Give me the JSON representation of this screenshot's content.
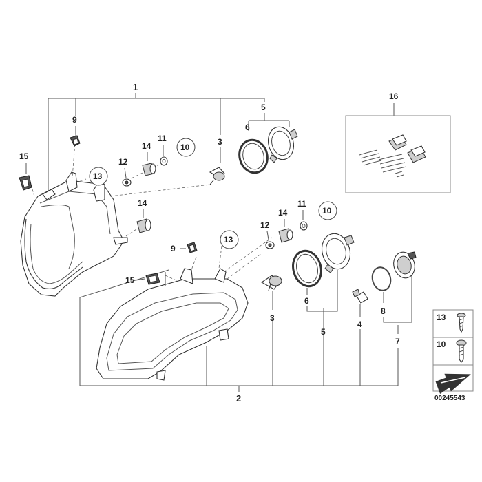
{
  "diagram": {
    "drawing_number": "00245543",
    "part_labels": {
      "top_assembly": "1",
      "bottom_assembly": "2",
      "bulb_3_top": "3",
      "bulb_3_bottom": "3",
      "parking_bulb_4": "4",
      "ring_cover_5_top": "5",
      "ring_cover_5_bottom": "5",
      "seal_6_top": "6",
      "seal_6_bottom": "6",
      "socket_7": "7",
      "seal_8": "8",
      "clip_9_top": "9",
      "clip_9_bottom": "9",
      "washer_10_top": "10",
      "washer_10_bottom": "10",
      "washer_11_top": "11",
      "washer_11_bottom": "11",
      "nut_12_top": "12",
      "nut_12_bottom": "12",
      "screw_13_top": "13",
      "screw_13_bottom": "13",
      "grommet_14_upper": "14",
      "grommet_14_lower": "14",
      "grommet_14_bottom": "14",
      "clip_15_top": "15",
      "clip_15_bottom": "15",
      "repair_kit_16": "16"
    },
    "legend": [
      {
        "label": "13",
        "icon": "screw-icon"
      },
      {
        "label": "10",
        "icon": "bolt-icon"
      }
    ]
  }
}
